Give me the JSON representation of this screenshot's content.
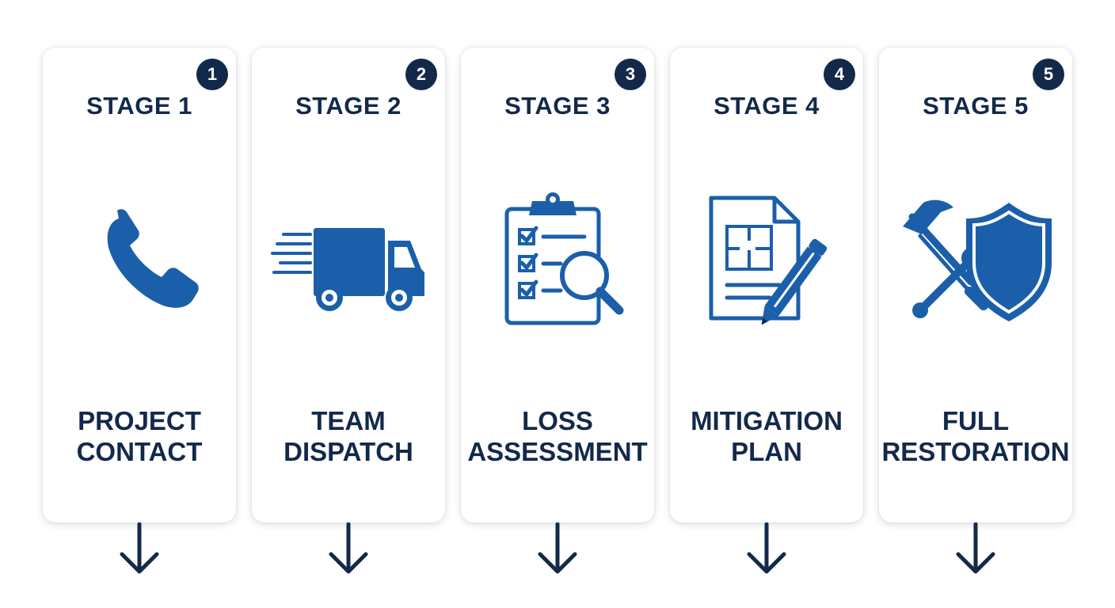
{
  "colors": {
    "navy": "#13294b",
    "icon_blue": "#1b5faa",
    "card_bg": "#ffffff"
  },
  "stages": [
    {
      "badge": "1",
      "title": "STAGE 1",
      "label_lines": [
        "PROJECT",
        "CONTACT"
      ],
      "icon": "phone-icon"
    },
    {
      "badge": "2",
      "title": "STAGE 2",
      "label_lines": [
        "TEAM",
        "DISPATCH"
      ],
      "icon": "truck-icon"
    },
    {
      "badge": "3",
      "title": "STAGE 3",
      "label_lines": [
        "LOSS",
        "ASSESSMENT"
      ],
      "icon": "clipboard-magnifier-icon"
    },
    {
      "badge": "4",
      "title": "STAGE 4",
      "label_lines": [
        "MITIGATION",
        "PLAN"
      ],
      "icon": "blueprint-pencil-icon"
    },
    {
      "badge": "5",
      "title": "STAGE 5",
      "label_lines": [
        "FULL",
        "RESTORATION"
      ],
      "icon": "tools-shield-icon"
    }
  ]
}
